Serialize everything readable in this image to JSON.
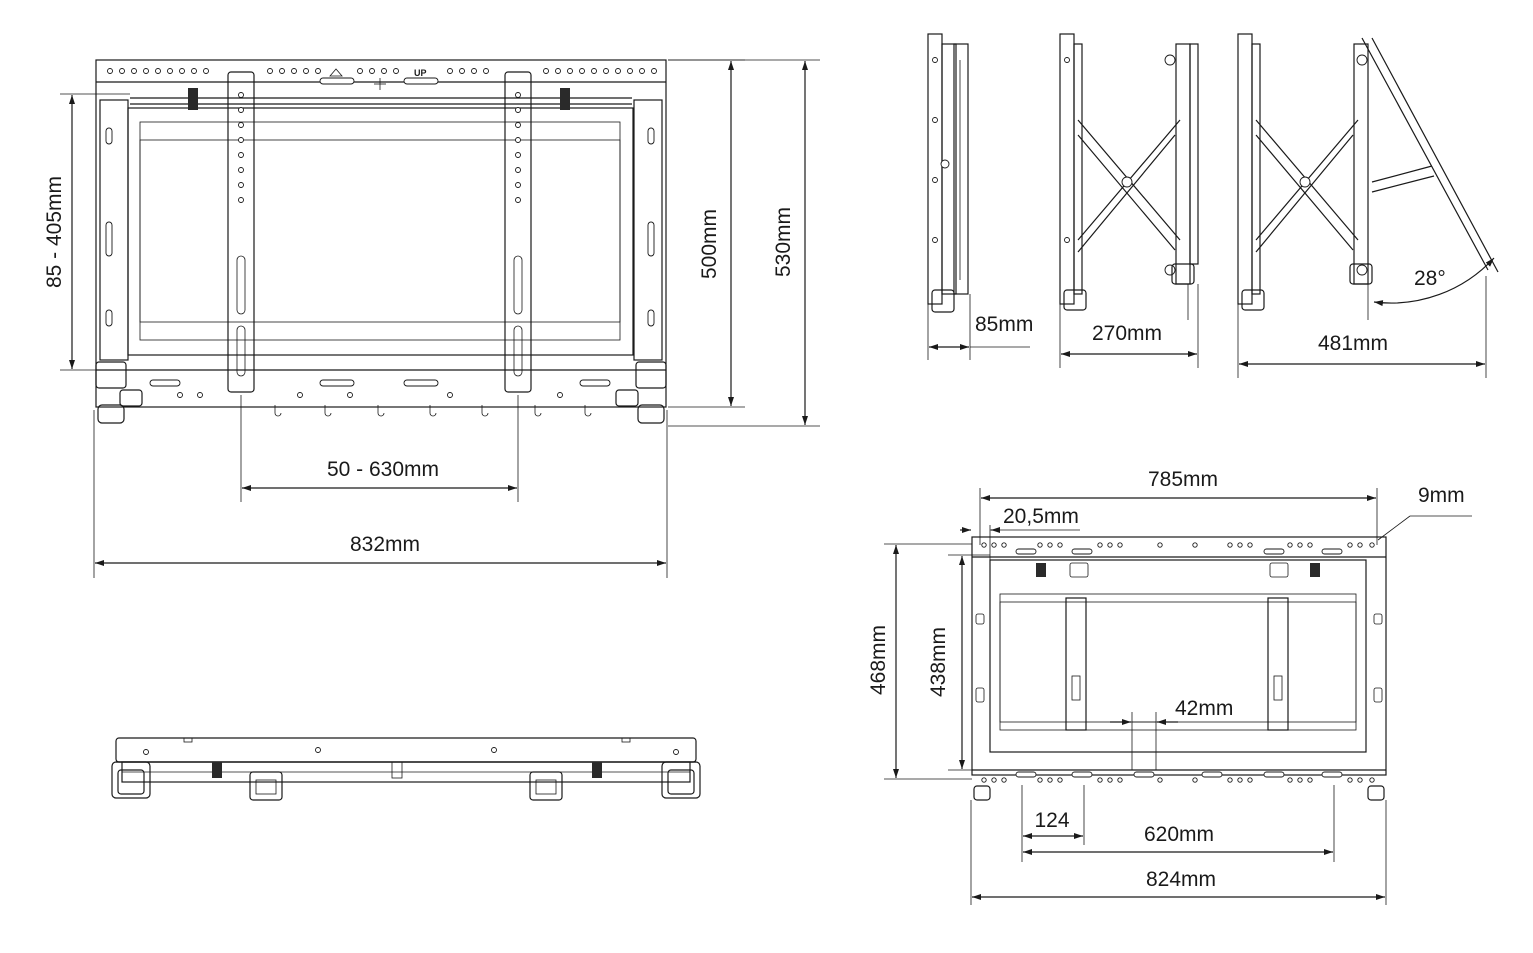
{
  "front_view": {
    "height_range_label": "85 - 405mm",
    "inner_height_label": "500mm",
    "outer_height_label": "530mm",
    "spacing_label": "50 - 630mm",
    "width_label": "832mm",
    "up_marker": "UP"
  },
  "side_views": {
    "retracted_depth_label": "85mm",
    "extended_depth_label": "270mm",
    "tilted_depth_label": "481mm",
    "tilt_angle_label": "28°"
  },
  "rear_view": {
    "top_width_label": "785mm",
    "offset_label": "20,5mm",
    "corner_label": "9mm",
    "outer_height_label": "468mm",
    "inner_height_label": "438mm",
    "rail_gap_label": "42mm",
    "left_offset_label": "124",
    "hole_spacing_label": "620mm",
    "bottom_width_label": "824mm"
  }
}
